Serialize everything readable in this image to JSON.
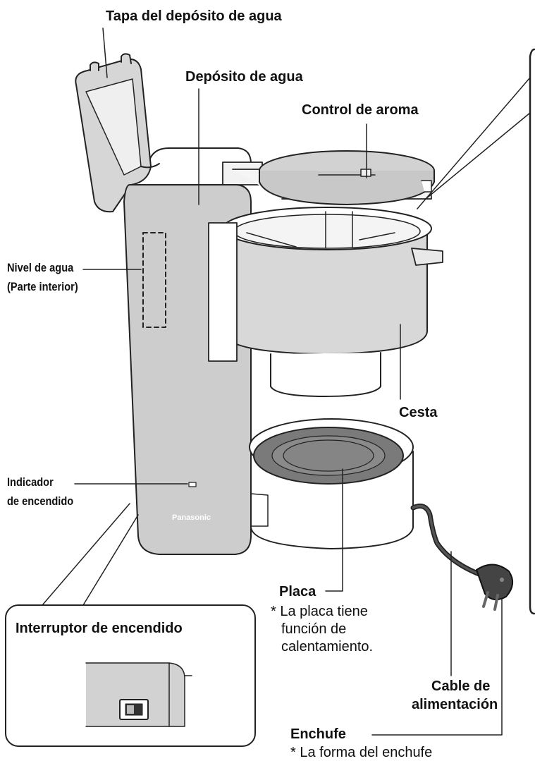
{
  "labels": {
    "tapa": "Tapa del depósito de agua",
    "deposito": "Depósito de agua",
    "control_aroma": "Control de aroma",
    "nivel_agua_1": "Nivel de agua",
    "nivel_agua_2": "(Parte interior)",
    "cesta": "Cesta",
    "indicador_1": "Indicador",
    "indicador_2": "de encendido",
    "interruptor": "Interruptor de encendido",
    "placa": "Placa",
    "placa_note_1": "* La placa tiene",
    "placa_note_2": "función de",
    "placa_note_3": "calentamiento.",
    "cable_1": "Cable de",
    "cable_2": "alimentación",
    "enchufe": "Enchufe",
    "enchufe_note": "* La forma del enchufe"
  },
  "brand": "Panasonic",
  "colors": {
    "body_gray": "#c8c8c8",
    "panel_gray": "#d4d4d4",
    "plate_dark": "#777777",
    "outline": "#222222"
  }
}
